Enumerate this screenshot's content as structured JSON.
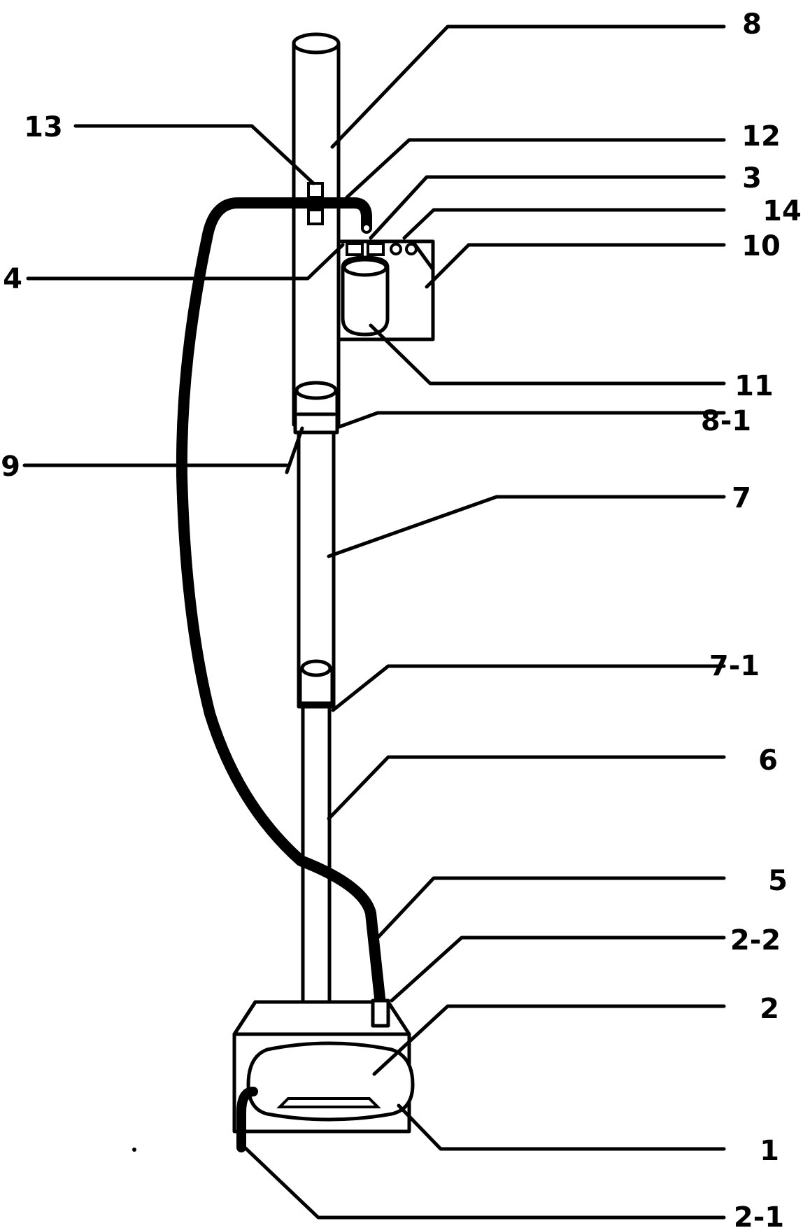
{
  "labels": {
    "l8": "8",
    "l13": "13",
    "l12": "12",
    "l3": "3",
    "l14": "14",
    "l4": "4",
    "l10": "10",
    "l11": "11",
    "l8_1": "8-1",
    "l9": "9",
    "l7": "7",
    "l7_1": "7-1",
    "l6": "6",
    "l5": "5",
    "l2_2": "2-2",
    "l2": "2",
    "l1": "1",
    "l2_1": "2-1"
  },
  "colors": {
    "ink": "#000000",
    "paper": "#ffffff"
  }
}
